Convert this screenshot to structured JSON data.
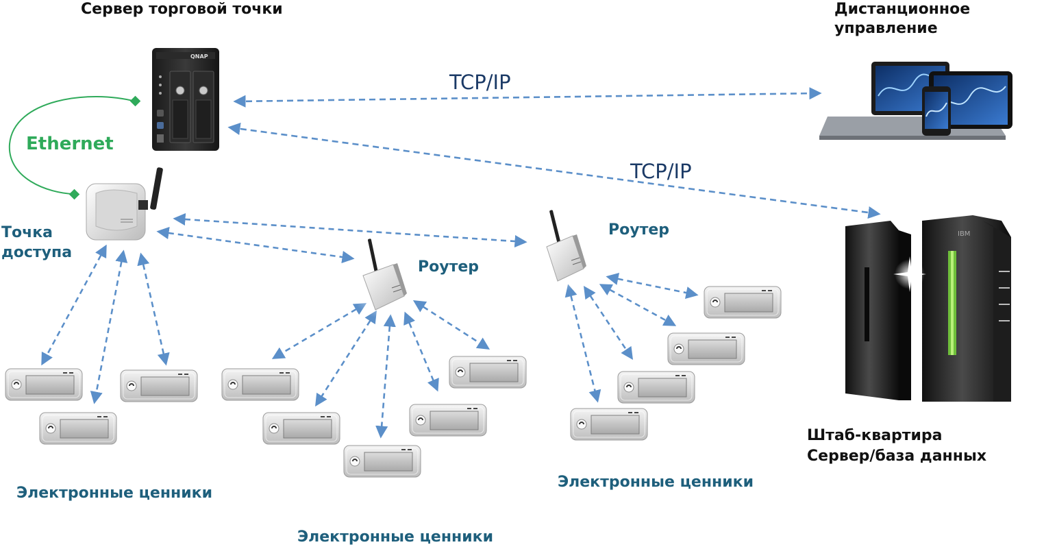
{
  "labels": {
    "store_server": "Сервер торговой точки",
    "remote_control": "Дистанционное управление",
    "tcpip_1": "TCP/IP",
    "tcpip_2": "TCP/IP",
    "ethernet": "Ethernet",
    "access_point": "Точка доступа",
    "router_1": "Роутер",
    "router_2": "Роутер",
    "hq_line1": "Штаб-квартира",
    "hq_line2": "Сервер/база данных",
    "tags_1": "Электронные ценники",
    "tags_2": "Электронные ценники",
    "tags_3": "Электронные ценники",
    "nas_brand": "QNAP",
    "mainframe_brand": "IBM"
  },
  "colors": {
    "wireless_arrow": "#5b8fc9",
    "ethernet_line": "#2faa5a",
    "label_teal": "#1e5f7c",
    "label_dark": "#111111"
  }
}
